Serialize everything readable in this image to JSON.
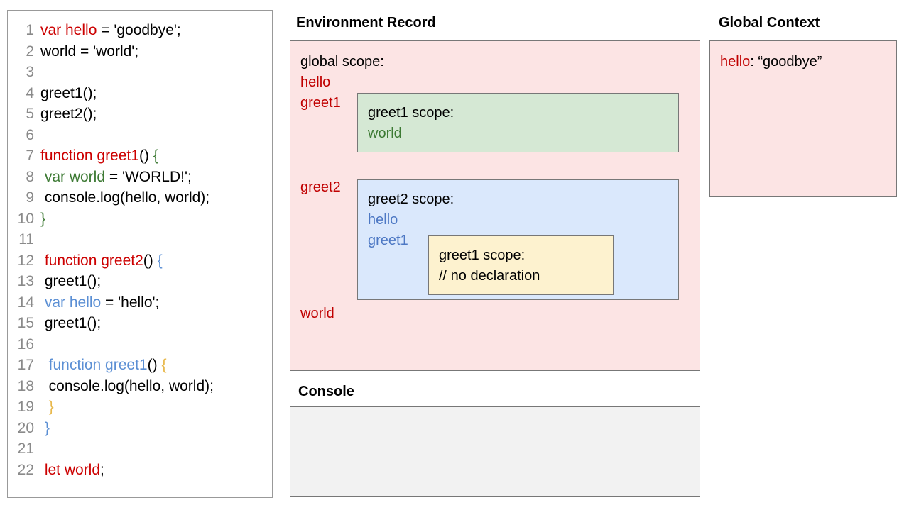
{
  "code_panel": {
    "lines": [
      {
        "number": "1",
        "segments": [
          {
            "text": "var hello",
            "color": "red"
          },
          {
            "text": " = 'goodbye';",
            "color": "black"
          }
        ]
      },
      {
        "number": "2",
        "segments": [
          {
            "text": "world = 'world';",
            "color": "black"
          }
        ]
      },
      {
        "number": "3",
        "segments": []
      },
      {
        "number": "4",
        "segments": [
          {
            "text": "greet1();",
            "color": "black"
          }
        ]
      },
      {
        "number": "5",
        "segments": [
          {
            "text": "greet2();",
            "color": "black"
          }
        ]
      },
      {
        "number": "6",
        "segments": []
      },
      {
        "number": "7",
        "segments": [
          {
            "text": "function greet1",
            "color": "red"
          },
          {
            "text": "() ",
            "color": "black"
          },
          {
            "text": "{",
            "color": "green"
          }
        ]
      },
      {
        "number": "8",
        "segments": [
          {
            "text": " var world",
            "color": "green"
          },
          {
            "text": " = 'WORLD!';",
            "color": "black"
          }
        ]
      },
      {
        "number": "9",
        "segments": [
          {
            "text": " console.log(hello, world);",
            "color": "black"
          }
        ]
      },
      {
        "number": "10",
        "segments": [
          {
            "text": "}",
            "color": "green"
          }
        ]
      },
      {
        "number": "11",
        "segments": []
      },
      {
        "number": "12",
        "segments": [
          {
            "text": " function greet2",
            "color": "red"
          },
          {
            "text": "() ",
            "color": "black"
          },
          {
            "text": "{",
            "color": "blue"
          }
        ]
      },
      {
        "number": "13",
        "segments": [
          {
            "text": " greet1();",
            "color": "black"
          }
        ]
      },
      {
        "number": "14",
        "segments": [
          {
            "text": " var hello",
            "color": "blue"
          },
          {
            "text": " = 'hello';",
            "color": "black"
          }
        ]
      },
      {
        "number": "15",
        "segments": [
          {
            "text": " greet1();",
            "color": "black"
          }
        ]
      },
      {
        "number": "16",
        "segments": []
      },
      {
        "number": "17",
        "segments": [
          {
            "text": "  function greet1",
            "color": "blue"
          },
          {
            "text": "() ",
            "color": "black"
          },
          {
            "text": "{",
            "color": "yellow"
          }
        ]
      },
      {
        "number": "18",
        "segments": [
          {
            "text": "  console.log(hello, world);",
            "color": "black"
          }
        ]
      },
      {
        "number": "19",
        "segments": [
          {
            "text": "  }",
            "color": "yellow"
          }
        ]
      },
      {
        "number": "20",
        "segments": [
          {
            "text": " }",
            "color": "blue"
          }
        ]
      },
      {
        "number": "21",
        "segments": []
      },
      {
        "number": "22",
        "segments": [
          {
            "text": " let world",
            "color": "red"
          },
          {
            "text": ";",
            "color": "black"
          }
        ]
      }
    ]
  },
  "environment_record": {
    "title": "Environment Record",
    "global_scope_label": "global scope:",
    "global_vars": [
      "hello",
      "greet1",
      "greet2",
      "world"
    ],
    "greet1_scope": {
      "label": "greet1 scope:",
      "vars": [
        "world"
      ]
    },
    "greet2_scope": {
      "label": "greet2 scope:",
      "vars": [
        "hello",
        "greet1"
      ],
      "inner_greet1_scope": {
        "label": "greet1 scope:",
        "note": "// no declaration"
      }
    }
  },
  "global_context": {
    "title": "Global Context",
    "entry_key": "hello",
    "entry_separator": ": ",
    "entry_value": "“goodbye”"
  },
  "console": {
    "title": "Console",
    "output": ""
  },
  "colors": {
    "pink_bg": "#fce4e4",
    "green_bg": "#d5e8d4",
    "blue_bg": "#dae8fc",
    "yellow_bg": "#fdf2cf",
    "console_bg": "#f2f2f2",
    "border": "#777777",
    "token_red": "#cc0000",
    "token_green": "#3d7a34",
    "token_blue": "#5b8fd4",
    "token_yellow": "#e8b84b",
    "line_number": "#8a8a8a"
  }
}
